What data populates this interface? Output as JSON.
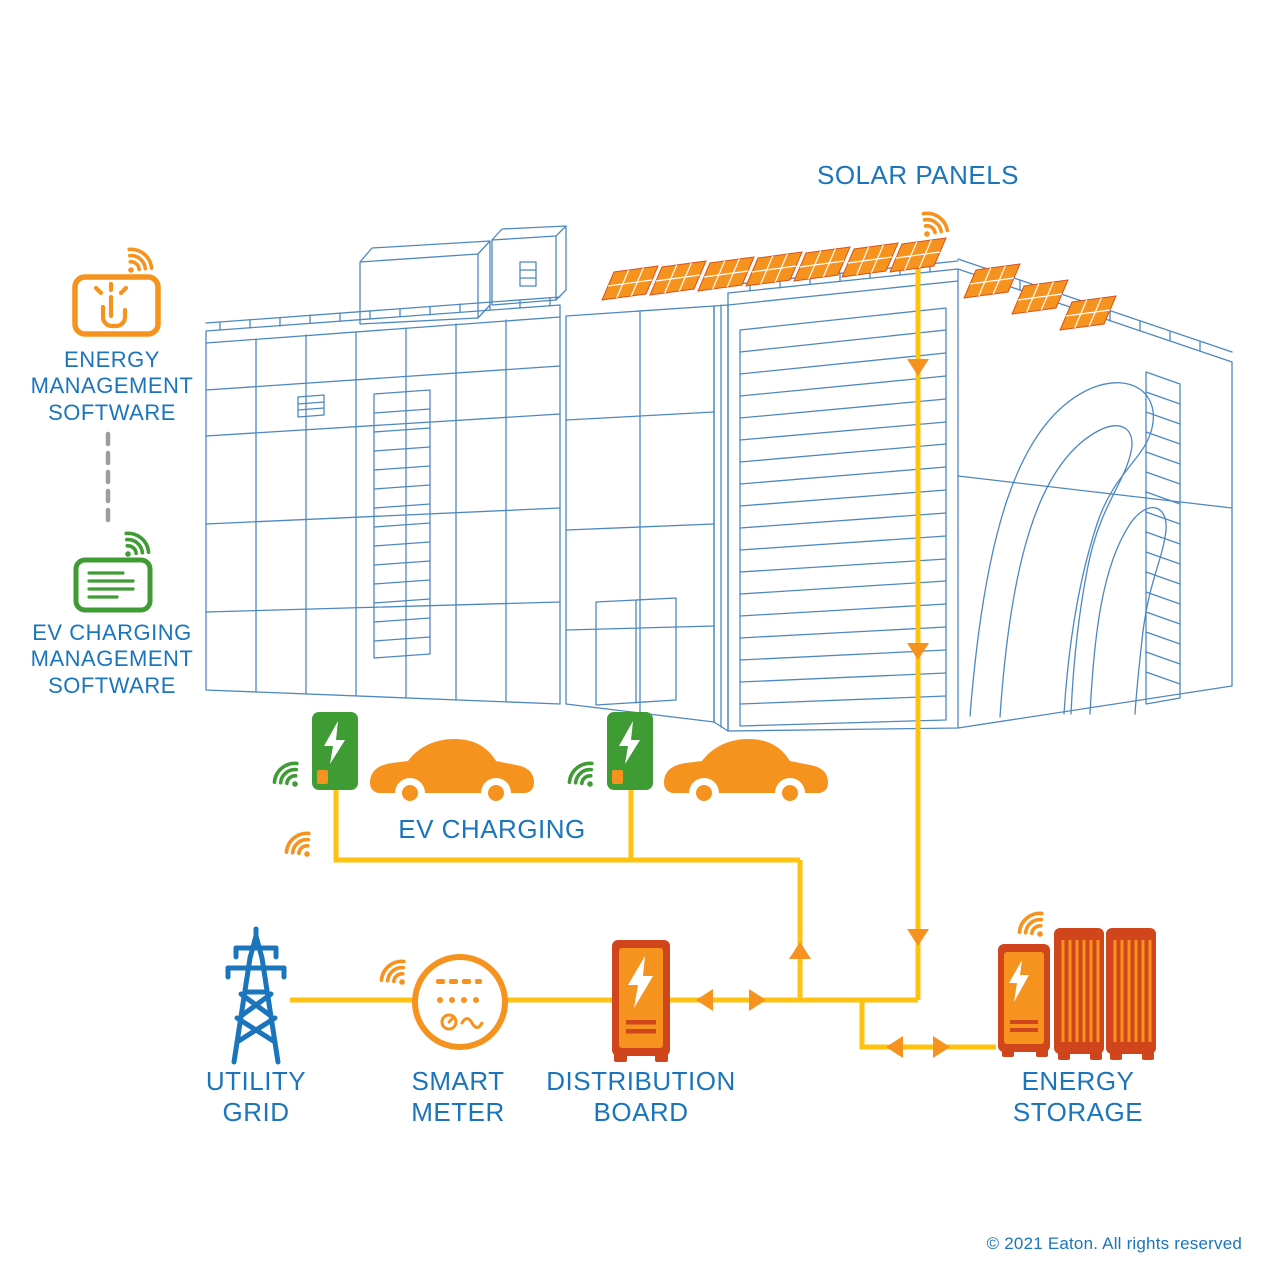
{
  "labels": {
    "solar_panels": "SOLAR PANELS",
    "energy_management_software": "ENERGY\nMANAGEMENT\nSOFTWARE",
    "ev_charging_management_software": "EV CHARGING\nMANAGEMENT\nSOFTWARE",
    "ev_charging": "EV CHARGING",
    "utility_grid": "UTILITY\nGRID",
    "smart_meter": "SMART\nMETER",
    "distribution_board": "DISTRIBUTION\nBOARD",
    "energy_storage": "ENERGY\nSTORAGE",
    "copyright": "© 2021 Eaton. All rights reserved"
  },
  "colors": {
    "blue": "#1b75bc",
    "lineblue": "#4d88bf",
    "orange": "#f6921e",
    "yellow": "#ffc20e",
    "green": "#3f9c35",
    "red": "#d0451c",
    "gray": "#9d9d9c"
  },
  "icons": {
    "wifi": "wifi-signal-icon",
    "energy_management": "touch-tablet-icon",
    "ev_charging_management": "management-console-icon",
    "ev_charger": "ev-charging-station-icon",
    "car": "electric-car-icon",
    "utility_grid": "transmission-tower-icon",
    "smart_meter": "meter-dial-icon",
    "distribution_board": "distribution-cabinet-icon",
    "energy_storage": "battery-cabinets-icon",
    "solar": "solar-panel-icon"
  }
}
